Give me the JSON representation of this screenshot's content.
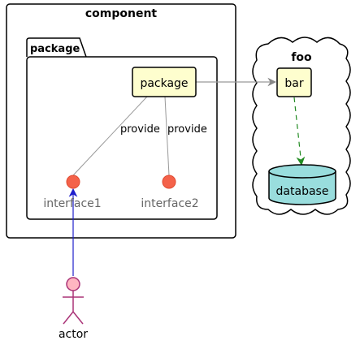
{
  "diagram": {
    "component_frame": {
      "title": "component"
    },
    "package_frame": {
      "tab_label": "package"
    },
    "cloud": {
      "title": "foo"
    },
    "nodes": {
      "package_node": {
        "label": "package"
      },
      "bar_node": {
        "label": "bar"
      },
      "database_node": {
        "label": "database"
      }
    },
    "interfaces": [
      {
        "label": "interface1",
        "edge_label": "provide"
      },
      {
        "label": "interface2",
        "edge_label": "provide"
      }
    ],
    "actor": {
      "label": "actor"
    },
    "colors": {
      "component_fill": "#FEFECE",
      "component_border": "#000000",
      "interface_fill": "#F4624A",
      "interface_label": "#666666",
      "database_fill": "#99DDDD",
      "actor_fill": "#FFB6C1",
      "actor_stroke": "#AA3377",
      "edge_gray": "#999999",
      "edge_green": "#228B22",
      "edge_blue": "#1E1ECC"
    }
  }
}
